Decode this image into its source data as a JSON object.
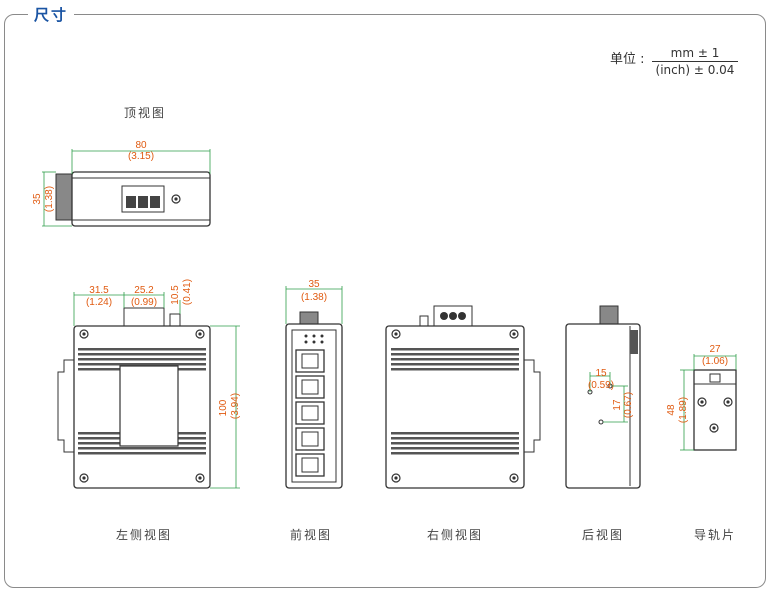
{
  "section_title": "尺寸",
  "unit": {
    "label": "单位 :",
    "numerator": "mm ± 1",
    "denominator": "(inch) ± 0.04"
  },
  "views": {
    "top": "顶视图",
    "left_side": "左侧视图",
    "front": "前视图",
    "right_side": "右侧视图",
    "rear": "后视图",
    "rail": "导轨片"
  },
  "dims": {
    "top_width_mm": "80",
    "top_width_in": "(3.15)",
    "top_depth_mm": "35",
    "top_depth_in": "(1.38)",
    "left_a_mm": "31.5",
    "left_a_in": "(1.24)",
    "left_b_mm": "25.2",
    "left_b_in": "(0.99)",
    "left_c_mm": "10.5",
    "left_c_in": "(0.41)",
    "left_h_mm": "100",
    "left_h_in": "(3.94)",
    "front_w_mm": "35",
    "front_w_in": "(1.38)",
    "rear_a_mm": "15",
    "rear_a_in": "(0.59)",
    "rear_b_mm": "17",
    "rear_b_in": "(0.67)",
    "rail_w_mm": "27",
    "rail_w_in": "(1.06)",
    "rail_h_mm": "48",
    "rail_h_in": "(1.89)"
  },
  "colors": {
    "title": "#1a54a3",
    "dimension_line": "#2e9e4a",
    "dimension_text": "#e05a10",
    "outline": "#333333"
  }
}
